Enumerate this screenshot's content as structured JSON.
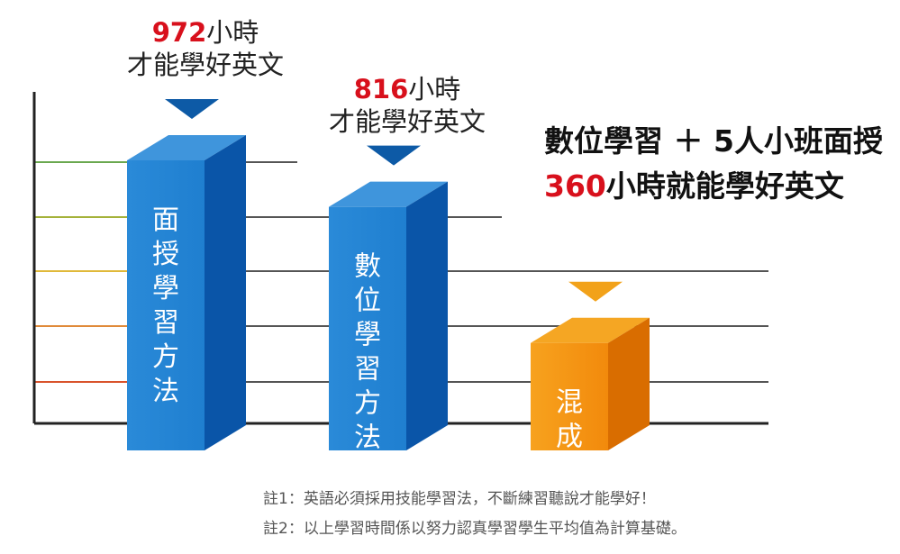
{
  "chart_data": {
    "type": "bar",
    "categories": [
      "面授學習方法",
      "數位學習方法",
      "混成學習"
    ],
    "values": [
      972,
      816,
      360
    ],
    "value_unit": "小時",
    "value_caption": "才能學好英文",
    "ylim": [
      0,
      1100
    ],
    "grid": true
  },
  "headline": {
    "line1": "數位學習 ＋ 5人小班面授",
    "line2_value": "360",
    "line2_text": "小時就能學好英文"
  },
  "notes": [
    "註1：英語必須採用技能學習法，不斷練習聽說才能學好！",
    "註2：以上學習時間係以努力認真學習學生平均值為計算基礎。"
  ],
  "colors": {
    "bar_blue_front": "#1f7fd0",
    "bar_blue_side": "#0a55a8",
    "bar_blue_top": "#3f95dc",
    "bar_orange_front": "#f28a0c",
    "bar_orange_side": "#d96d00",
    "bar_orange_top": "#f5a623",
    "value_red": "#d8101c",
    "arrow_blue": "#0d5aa6",
    "arrow_orange": "#f2a21a",
    "gridlines": [
      "#6aa84f",
      "#a4b23a",
      "#e0b93a",
      "#e08a3a",
      "#d9532c"
    ]
  }
}
